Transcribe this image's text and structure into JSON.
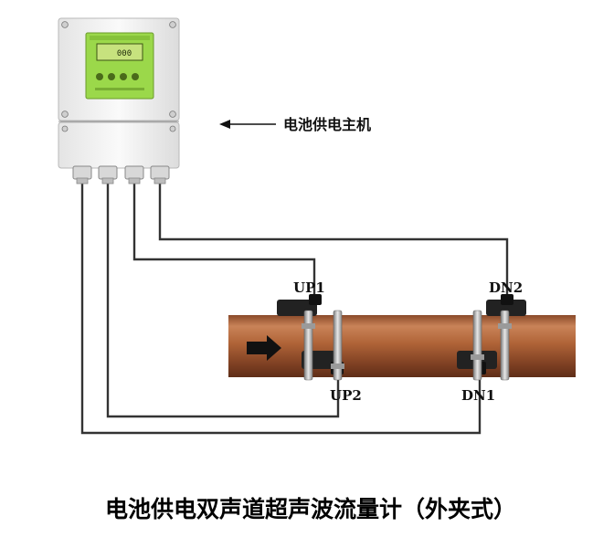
{
  "main_unit": {
    "callout": "电池供电主机",
    "lcd_reading": "000"
  },
  "sensors": {
    "up1": "UP1",
    "up2": "UP2",
    "dn1": "DN1",
    "dn2": "DN2"
  },
  "caption": "电池供电双声道超声波流量计（外夹式）",
  "colors": {
    "pipe": "#b5673a",
    "lcd": "#9bd84a",
    "housing": "#f2f2f2",
    "wire": "#333333"
  }
}
